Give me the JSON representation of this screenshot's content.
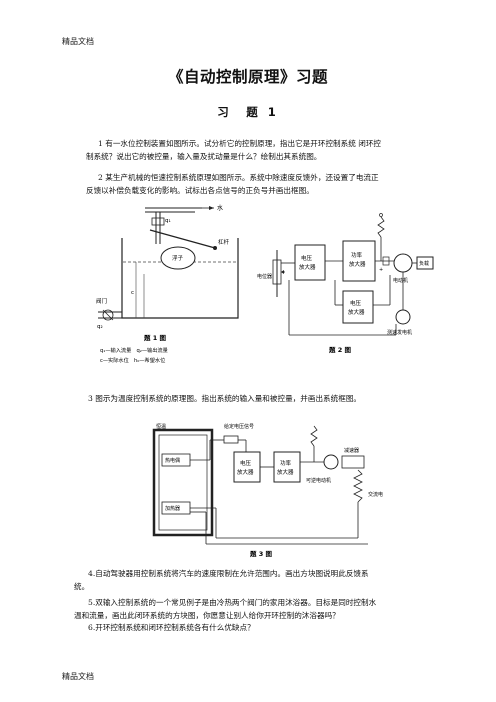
{
  "header": {
    "top_label": "精品文档",
    "bottom_label": "精品文档"
  },
  "doc": {
    "title": "《自动控制原理》习题",
    "section": "习　题 1"
  },
  "problems": {
    "p1_line1": "1 有一水位控制装置如图所示。试分析它的控制原理，指出它是开环控制系统 闭环控",
    "p1_line2": "制系统？说出它的被控量，输入量及扰动量是什么？绘制出其系统图。",
    "p2_line1": "2 某生产机械的恒速控制系统原理如图所示。系统中除速度反馈外，还设置了电流正",
    "p2_line2": "反馈以补偿负载变化的影响。试标出各点信号的正负号并画出框图。",
    "p3": "3 图示为温度控制系统的原理图。指出系统的输入量和被控量，并画出系统框图。",
    "p4_line1": "4.自动驾驶器用控制系统将汽车的速度限制在允许范围内。画出方块图说明此反馈系",
    "p4_line2": "统。",
    "p5_line1": "5.双输入控制系统的一个常见例子是由冷热两个阀门的家用沐浴器。目标是同时控制水",
    "p5_line2": "温和流量，画出此闭环系统的方块图，你愿意让别人给你开环控制的沐浴器吗？",
    "p6": "6.开环控制系统和闭环控制系统各有什么优缺点？"
  },
  "fig1": {
    "caption": "题 1 图",
    "label_water": "水",
    "label_float": "浮子",
    "label_lever": "杠杆",
    "label_valve": "阀门",
    "label_c": "c",
    "label_q1": "q₁",
    "label_q2": "q₂",
    "legend_l1": "q₁—输入流量　q₂—输出流量",
    "legend_l2": "c—实际水位　h₀—希望水位"
  },
  "fig2": {
    "caption": "题 2 图",
    "label_pot": "电位器",
    "label_vamp": "电压\n放大器",
    "label_pamp": "功率\n放大器",
    "label_camp": "电压\n放大器",
    "label_motor": "电动机",
    "label_load": "负载",
    "label_tach": "测速发电机",
    "label_plus": "+"
  },
  "fig3": {
    "caption": "题 3 图",
    "label_setpoint": "给定电压信号",
    "label_oven": "恒温",
    "label_thermo": "热电偶",
    "label_heater": "加热器",
    "label_vamp": "电压\n放大器",
    "label_pamp": "功率\n放大器",
    "label_motor": "可逆电动机",
    "label_reducer": "减速器",
    "label_ac": "交流电"
  }
}
